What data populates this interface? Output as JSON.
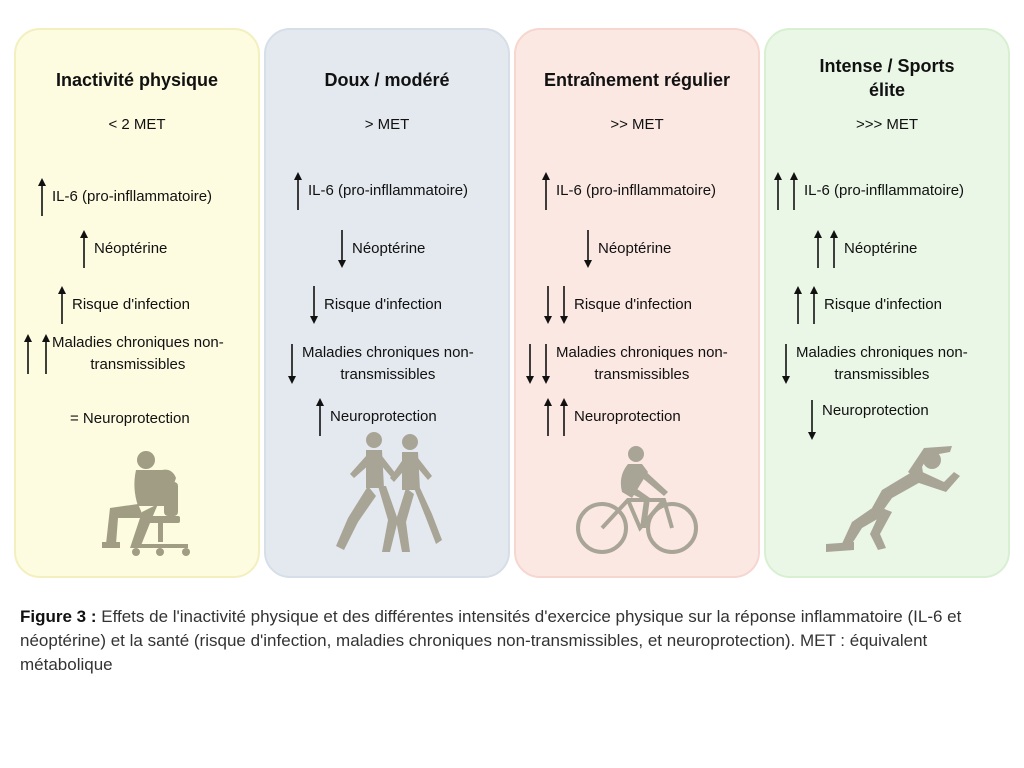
{
  "panels": [
    {
      "title": "Inactivité physique",
      "met": "< 2 MET",
      "il6": "IL-6 (pro-infllammatoire)",
      "neopterine": "Néoptérine",
      "infection": "Risque d'infection",
      "chronic_line1": "Maladies chroniques non-",
      "chronic_line2": "transmissibles",
      "neuro": "= Neuroprotection",
      "bg": "#fdfbe0",
      "border": "#f3efbf"
    },
    {
      "title": "Doux / modéré",
      "met": "> MET",
      "il6": "IL-6 (pro-infllammatoire)",
      "neopterine": "Néoptérine",
      "infection": "Risque d'infection",
      "chronic_line1": "Maladies chroniques non-",
      "chronic_line2": "transmissibles",
      "neuro": "Neuroprotection",
      "bg": "#e4e9ef",
      "border": "#d6dee8"
    },
    {
      "title": "Entraînement régulier",
      "met": ">> MET",
      "il6": "IL-6 (pro-infllammatoire)",
      "neopterine": "Néoptérine",
      "infection": "Risque d'infection",
      "chronic_line1": "Maladies chroniques non-",
      "chronic_line2": "transmissibles",
      "neuro": "Neuroprotection",
      "bg": "#fce8e3",
      "border": "#f6d6cf"
    },
    {
      "title_line1": "Intense / Sports",
      "title_line2": "élite",
      "met": ">>> MET",
      "il6": "IL-6 (pro-infllammatoire)",
      "neopterine": "Néoptérine",
      "infection": "Risque d'infection",
      "chronic_line1": "Maladies chroniques non-",
      "chronic_line2": "transmissibles",
      "neuro": "Neuroprotection",
      "bg": "#eaf7e6",
      "border": "#d8efd2"
    }
  ],
  "caption": {
    "label": "Figure 3 :",
    "text": " Effets de l'inactivité physique et des différentes intensités d'exercice physique sur la réponse inflammatoire (IL-6 et néoptérine) et la santé (risque d'infection, maladies chroniques non-transmissibles, et neuroprotection). MET : équivalent métabolique"
  },
  "icons": {
    "up": "arrow-up-icon",
    "down": "arrow-down-icon",
    "sitting": "sitting-person-silhouette",
    "joggers": "joggers-silhouette",
    "cyclist": "cyclist-silhouette",
    "sprinter": "sprinter-silhouette"
  }
}
